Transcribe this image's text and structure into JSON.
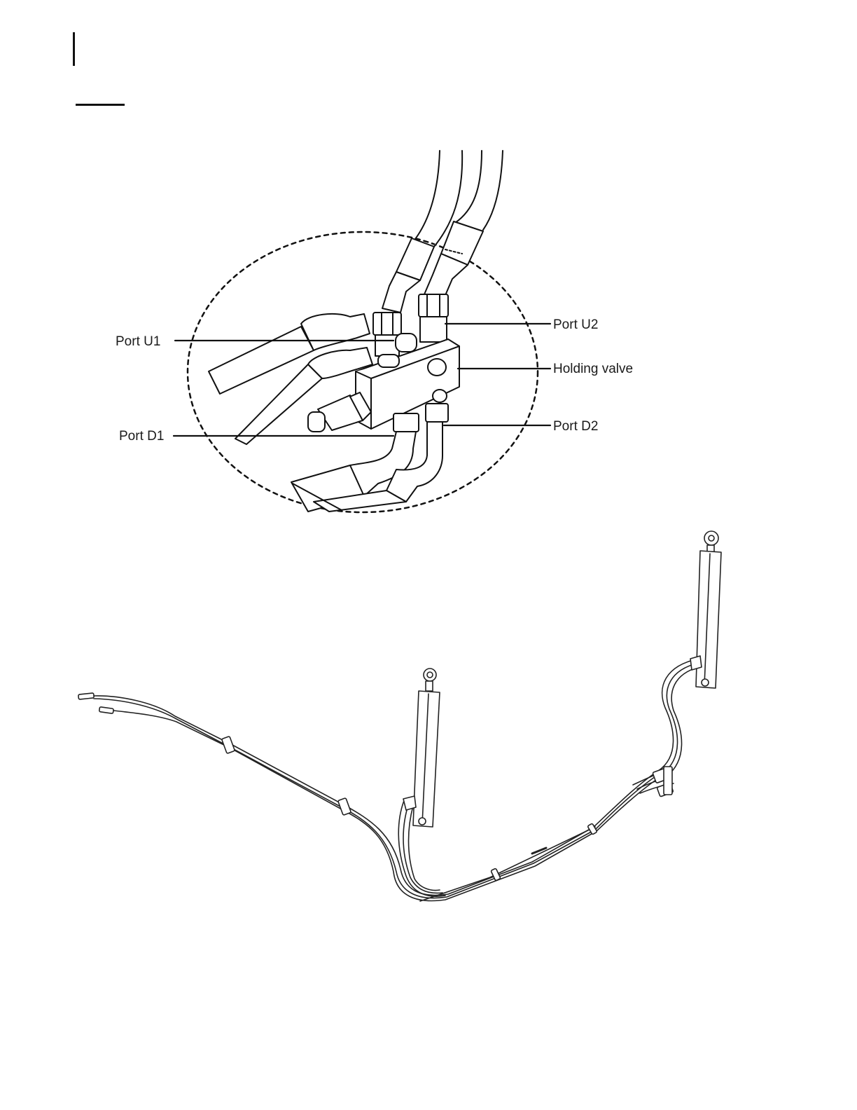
{
  "detail_view": {
    "labels": {
      "port_u1": "Port U1",
      "port_u2": "Port U2",
      "holding_valve": "Holding valve",
      "port_d1": "Port D1",
      "port_d2": "Port D2"
    }
  }
}
